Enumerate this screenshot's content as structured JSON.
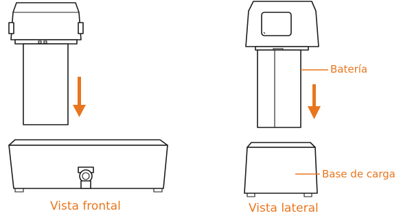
{
  "captions": {
    "front": "Vista frontal",
    "side": "Vista lateral"
  },
  "callouts": {
    "battery": "Batería",
    "base": "Base de carga"
  },
  "colors": {
    "accent": "#e8761e",
    "line": "#1a1a1a"
  },
  "icons": {
    "insert_arrow": "down-arrow-icon"
  }
}
